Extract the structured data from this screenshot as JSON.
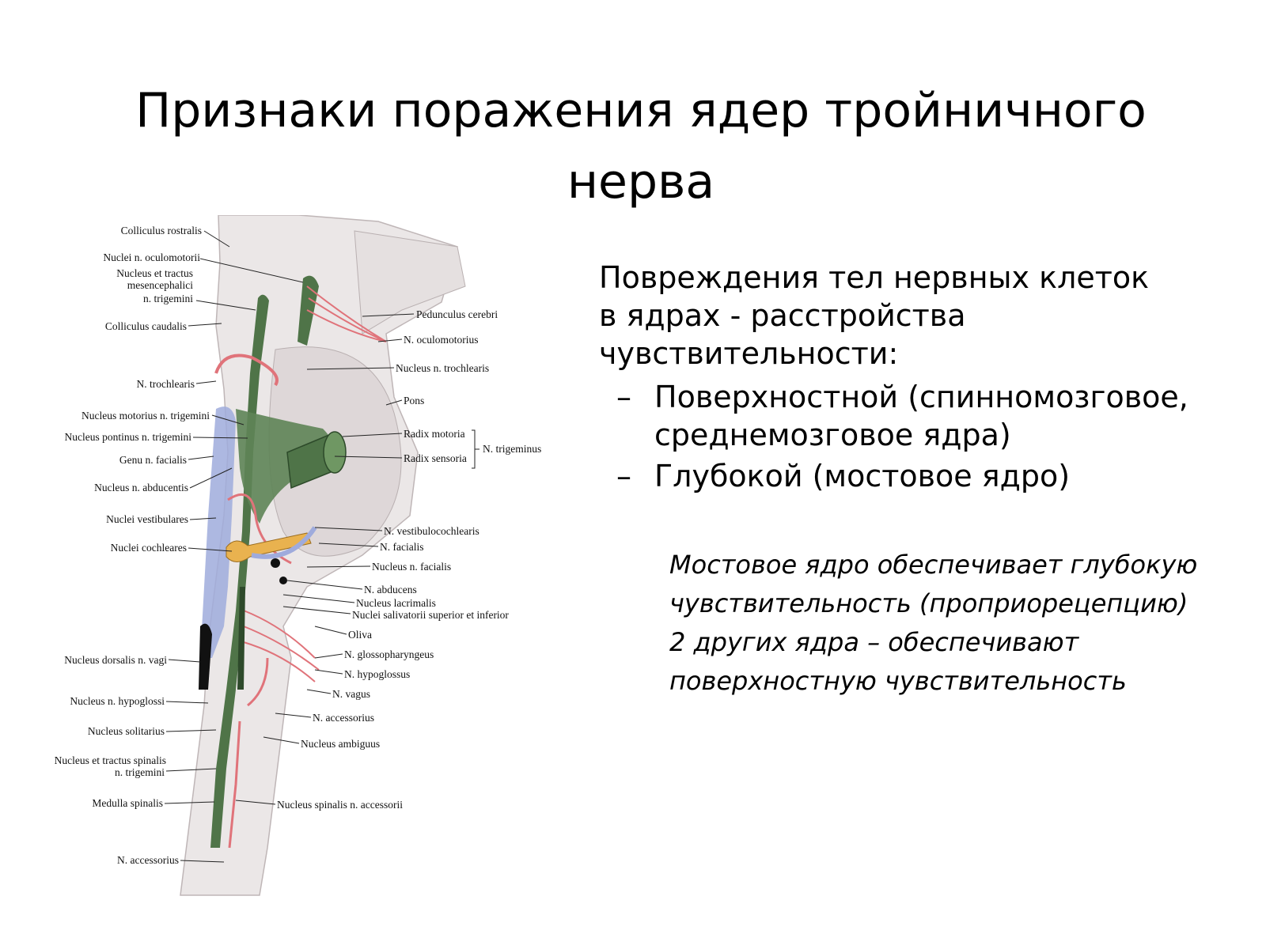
{
  "slide": {
    "title_line1": "Признаки поражения ядер  тройничного",
    "title_line2": "нерва",
    "lead_lines": [
      "Повреждения тел нервных клеток",
      "в ядрах - расстройства",
      "чувствительности:"
    ],
    "bullets": [
      {
        "dash": "–",
        "lines": [
          "Поверхностной (спинномозговое,",
          "среднемозговое ядра)"
        ]
      },
      {
        "dash": "–",
        "lines": [
          "Глубокой (мостовое ядро)"
        ]
      }
    ],
    "note_lines": [
      "Мостовое ядро обеспечивает глубокую",
      "чувствительность (проприорецепцию)",
      "2 других ядра – обеспечивают",
      "поверхностную чувствительность"
    ]
  },
  "figure": {
    "left_labels": [
      "Colliculus rostralis",
      "Nuclei n. oculomotorii",
      "Nucleus et tractus",
      "mesencephalici",
      "n. trigemini",
      "Colliculus caudalis",
      "N. trochlearis",
      "Nucleus motorius n. trigemini",
      "Nucleus pontinus n. trigemini",
      "Genu n. facialis",
      "Nucleus n. abducentis",
      "Nuclei vestibulares",
      "Nuclei cochleares",
      "Nucleus dorsalis n. vagi",
      "Nucleus n. hypoglossi",
      "Nucleus solitarius",
      "Nucleus et tractus spinalis",
      "n. trigemini",
      "Medulla spinalis",
      "N. accessorius"
    ],
    "right_labels": [
      "Pedunculus cerebri",
      "N. oculomotorius",
      "Nucleus n. trochlearis",
      "Pons",
      "Radix  motoria",
      "Radix  sensoria",
      "N. trigeminus",
      "N. vestibulocochlearis",
      "N. facialis",
      "Nucleus n. facialis",
      "N. abducens",
      "Nucleus lacrimalis",
      "Nuclei salivatorii  superior et inferior",
      "Oliva",
      "N. glossopharyngeus",
      "N. hypoglossus",
      "N. vagus",
      "N. accessorius",
      "Nucleus ambiguus",
      "Nucleus spinalis n. accessorii"
    ],
    "colors": {
      "tissue": "#e9e4e4",
      "tissue_shade": "#cfc7c8",
      "motor_nuclei": "#e0737a",
      "sensory_nuclei": "#4f7448",
      "vestibular": "#9fabdc",
      "cochlear": "#e9b24f"
    }
  }
}
